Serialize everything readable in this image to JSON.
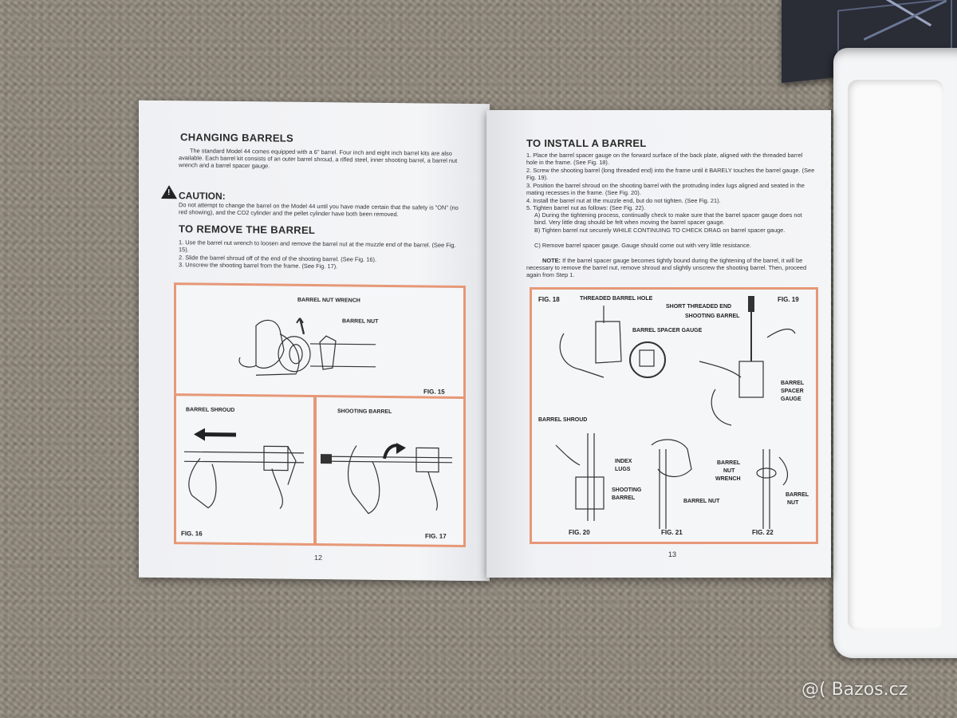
{
  "left_page": {
    "heading1": "CHANGING BARRELS",
    "intro": "The standard Model 44 comes equipped with a 6\" barrel. Four inch and eight inch barrel kits are also available. Each barrel kit consists of an outer barrel shroud, a rifled steel, inner shooting barrel, a barrel nut wrench and a barrel spacer gauge.",
    "caution_label": "CAUTION:",
    "caution_text": "Do not attempt to change the barrel on the Model 44 until you have made certain that the safety is \"ON\" (no red showing), and the CO2 cylinder and the pellet cylinder have both been removed.",
    "heading2": "TO REMOVE THE BARREL",
    "steps": [
      "1. Use the barrel nut wrench to loosen and remove the barrel nut at the muzzle end of the barrel. (See Fig. 15).",
      "2. Slide the barrel shroud off of the end of the shooting barrel. (See Fig. 16).",
      "3. Unscrew the shooting barrel from the frame. (See Fig. 17)."
    ],
    "fig15": {
      "label": "FIG. 15",
      "part1": "BARREL NUT WRENCH",
      "part2": "BARREL NUT"
    },
    "fig16": {
      "label": "FIG. 16",
      "part": "BARREL SHROUD"
    },
    "fig17": {
      "label": "FIG. 17",
      "part": "SHOOTING BARREL"
    },
    "page_number": "12"
  },
  "right_page": {
    "heading": "TO INSTALL A BARREL",
    "steps": [
      "1. Place the barrel spacer gauge on the forward surface of the back plate, aligned with the threaded barrel hole in the frame. (See Fig. 18).",
      "2. Screw the shooting barrel (long threaded end) into the frame until it BARELY touches the barrel gauge. (See Fig. 19).",
      "3. Position the barrel shroud on the shooting barrel with the protruding index lugs aligned and seated in the mating recesses in the frame. (See Fig. 20).",
      "4. Install the barrel nut at the muzzle end, but do not tighten. (See Fig. 21).",
      "5. Tighten barrel nut as follows: (See Fig. 22).",
      "A) During the tightening process, continually check to make sure that the barrel spacer gauge does not bind. Very little drag should be felt when moving the barrel spacer gauge.",
      "B) Tighten barrel nut securely WHILE CONTINUING TO CHECK DRAG on barrel spacer gauge.",
      "C) Remove barrel spacer gauge. Gauge should come out with very little resistance."
    ],
    "note_label": "NOTE:",
    "note_text": "If the barrel spacer gauge becomes tightly bound during the tightening of the barrel, it will be necessary to remove the barrel nut, remove shroud and slightly unscrew the shooting barrel. Then, proceed again from Step 1.",
    "fig18": {
      "label": "FIG. 18",
      "part1": "THREADED BARREL HOLE",
      "part2": "BARREL SPACER GAUGE"
    },
    "fig19": {
      "label": "FIG. 19",
      "part1": "SHORT THREADED END",
      "part2": "SHOOTING BARREL",
      "part3": "BARREL",
      "part4": "SPACER",
      "part5": "GAUGE"
    },
    "fig20": {
      "label": "FIG. 20",
      "part1": "BARREL SHROUD",
      "part2": "INDEX",
      "part3": "LUGS",
      "part4": "SHOOTING",
      "part5": "BARREL"
    },
    "fig21": {
      "label": "FIG. 21",
      "part": "BARREL NUT"
    },
    "fig22": {
      "label": "FIG. 22",
      "part1": "BARREL",
      "part2": "NUT",
      "part3": "WRENCH",
      "part4": "BARREL",
      "part5": "NUT"
    },
    "page_number": "13"
  },
  "watermark": "@( Bazos.cz"
}
